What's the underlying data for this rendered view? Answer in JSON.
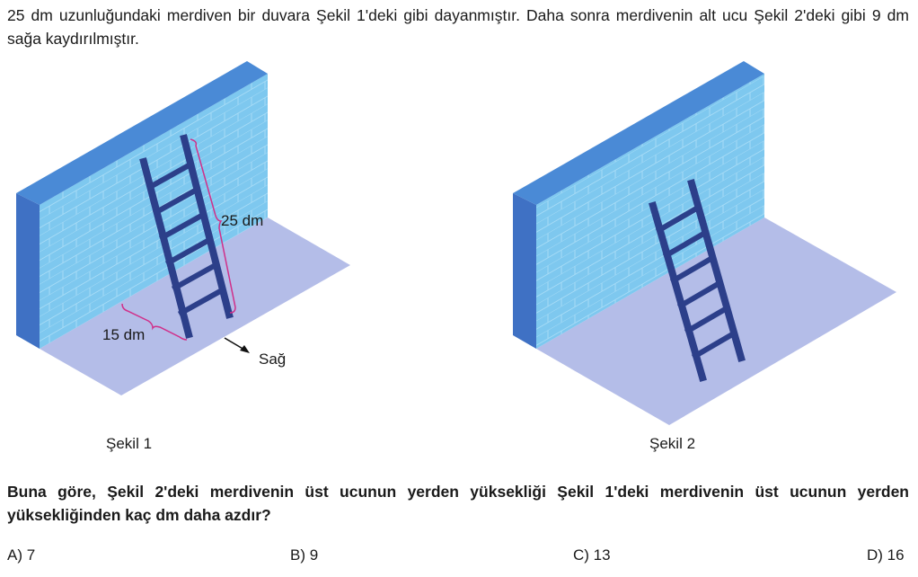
{
  "intro": "25 dm uzunluğundaki merdiven bir duvara Şekil 1'deki gibi dayanmıştır. Daha sonra merdivenin alt ucu Şekil 2'deki gibi 9 dm sağa kaydırılmıştır.",
  "figure1": {
    "caption": "Şekil 1",
    "ladder_label": "25 dm",
    "distance_label": "15 dm",
    "direction_label": "Sağ"
  },
  "figure2": {
    "caption": "Şekil 2"
  },
  "question": "Buna göre, Şekil 2'deki merdivenin üst ucunun yerden yüksekliği Şekil 1'deki merdivenin üst ucunun yerden yüksekliğinden kaç dm daha azdır?",
  "options": [
    "A) 7",
    "B) 9",
    "C) 13",
    "D) 16"
  ],
  "colors": {
    "wall_front": "#7ec8ef",
    "wall_top": "#4a8ad6",
    "wall_side": "#3f71c4",
    "floor": "#b4bde8",
    "ladder": "#2c3f8a",
    "brace": "#d0308a"
  }
}
